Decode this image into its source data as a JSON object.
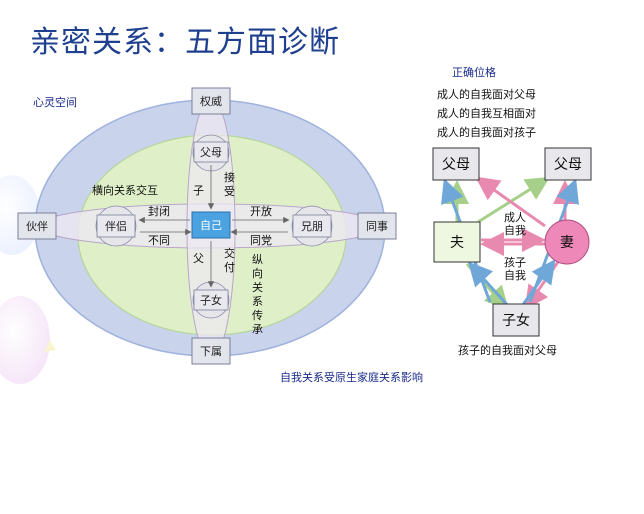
{
  "title": "亲密关系：五方面诊断",
  "left": {
    "space_label": "心灵空间",
    "nodes": {
      "authority": "权威",
      "parents": "父母",
      "self": "自己",
      "children": "子女",
      "subordinate": "下属",
      "partner": "伙伴",
      "spouse": "伴侣",
      "friend": "兄朋",
      "colleague": "同事"
    },
    "labels": {
      "horizontal": "横向关系交互",
      "closed": "封闭",
      "different": "不同",
      "open": "开放",
      "same": "同党",
      "child_char": "子",
      "receive": "接受",
      "father_char": "父",
      "give": "交付",
      "vertical": "纵向关系传承"
    },
    "caption": "自我关系受原生家庭关系影响"
  },
  "right": {
    "heading": "正确位格",
    "lines": [
      "成人的自我面对父母",
      "成人的自我互相面对",
      "成人的自我面对孩子"
    ],
    "parents_left": "父母",
    "parents_right": "父母",
    "husband": "夫",
    "wife": "妻",
    "children": "子女",
    "adult_self": "成人",
    "adult_self2": "自我",
    "child_self": "孩子",
    "child_self2": "自我",
    "caption": "孩子的自我面对父母"
  },
  "colors": {
    "title": "#1f3f8f",
    "outer_ellipse": "#c9d3ec",
    "inner_ellipse": "#dff0c8",
    "self_box": "#4aa3e0",
    "wife_circle": "#ee88b8",
    "husband_box": "#eef8e0",
    "arrow_pink": "#e88ab0",
    "arrow_green": "#a6d08a",
    "arrow_blue": "#6fa7d8"
  }
}
